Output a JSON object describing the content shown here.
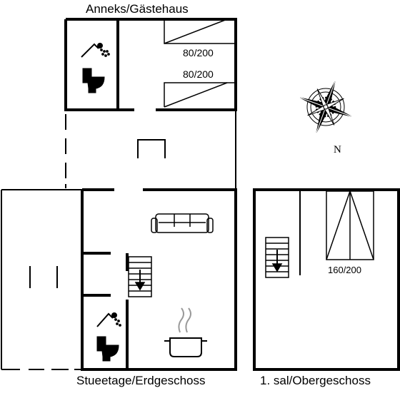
{
  "floors": {
    "annex_title": "Anneks/Gästehaus",
    "ground_title": "Stueetage/Erdgeschoss",
    "upper_title": "1. sal/Obergeschoss"
  },
  "beds": {
    "annex_bed_1": "80/200",
    "annex_bed_2": "80/200",
    "upper_bed": "160/200"
  },
  "compass": {
    "north_label": "N"
  },
  "icons": [
    "shower-icon",
    "toilet-icon",
    "sofa-icon",
    "cooking-pot-icon",
    "stairs-icon",
    "compass-rose-icon"
  ],
  "colors": {
    "line": "#000000",
    "background": "#ffffff"
  }
}
